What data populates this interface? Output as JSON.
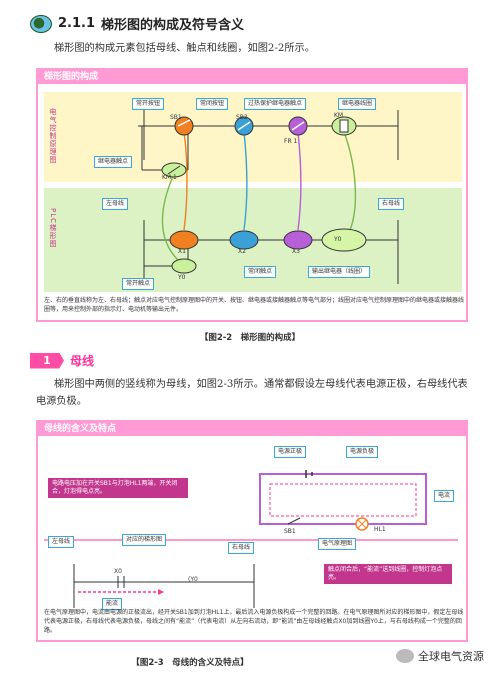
{
  "section": {
    "number": "2.1.1",
    "title": "梯形图的构成及符号含义"
  },
  "intro": "梯形图的构成元素包括母线、触点和线圈，如图2-2所示。",
  "fig22": {
    "header": "梯形图的构成",
    "top_side_label": "电气控制原理图",
    "bottom_side_label": "PLC梯形图",
    "labels": {
      "no_button": "常开按钮",
      "nc_button": "常闭按钮",
      "overload": "过热保护继电器触点",
      "relay_coil": "继电器线圈",
      "relay_contact": "继电器触点",
      "left_bus": "左母线",
      "right_bus": "右母线",
      "nc_contact": "常闭触点",
      "output_relay": "输出继电器（线圈）",
      "no_contact": "常开触点"
    },
    "symbols": {
      "sb1": "SB1",
      "sb2": "SB2",
      "fr1": "FR 1",
      "km": "KM",
      "km1": "KM 1",
      "x1a": "X1",
      "x2": "X2",
      "x3": "X3",
      "y0coil": "Y0",
      "y0": "Y0"
    },
    "note": "左、右的垂直线称为左、右母线；触点对应电气控制原理图中的开关、按钮、继电器或接触器触点等电气部分；线圈对应电气控制原理图中的继电器或接触器线圈等，用来控制外部的指示灯、电动机等输出元件。",
    "caption": "【图2-2　梯形图的构成】"
  },
  "section2": {
    "badge": "1",
    "title": "母线"
  },
  "para2": "梯形图中两侧的竖线称为母线，如图2-3所示。通常都假设左母线代表电源正极，右母线代表电源负极。",
  "fig23": {
    "header": "母线的含义及特点",
    "callout1": "电路电压加在开关SB1与灯泡HL1两端，开关闭合，灯泡得电点亮。",
    "labels": {
      "positive": "电源正极",
      "negative": "电源负极",
      "current": "电流",
      "schematic": "电气原理图",
      "left_bus": "左母线",
      "ladder": "对应的梯形图",
      "right_bus": "右母线",
      "energy": "能流"
    },
    "symbols": {
      "sb1": "SB1",
      "hl1": "HL1",
      "x0": "X0",
      "y0": "(Y0"
    },
    "callout2": "触点闭合后，“能流”送到线圈，控制灯泡点亮。",
    "note": "在电气原理图中，电流由电源的正极流出，经开关SB1加到灯泡HL1上，最后流入电源负极构成一个完整的回路。在电气原理图所对应的梯形图中，假定左母线代表电源正极，右母线代表电源负极，母线之间有“能流”（代表电流）从左向右流动，即“能流”由左母线经触点X0加到线圈Y0上，与右母线构成一个完整的回路。",
    "caption": "【图2-3　母线的含义及特点】"
  },
  "watermark": "全球电气资源"
}
